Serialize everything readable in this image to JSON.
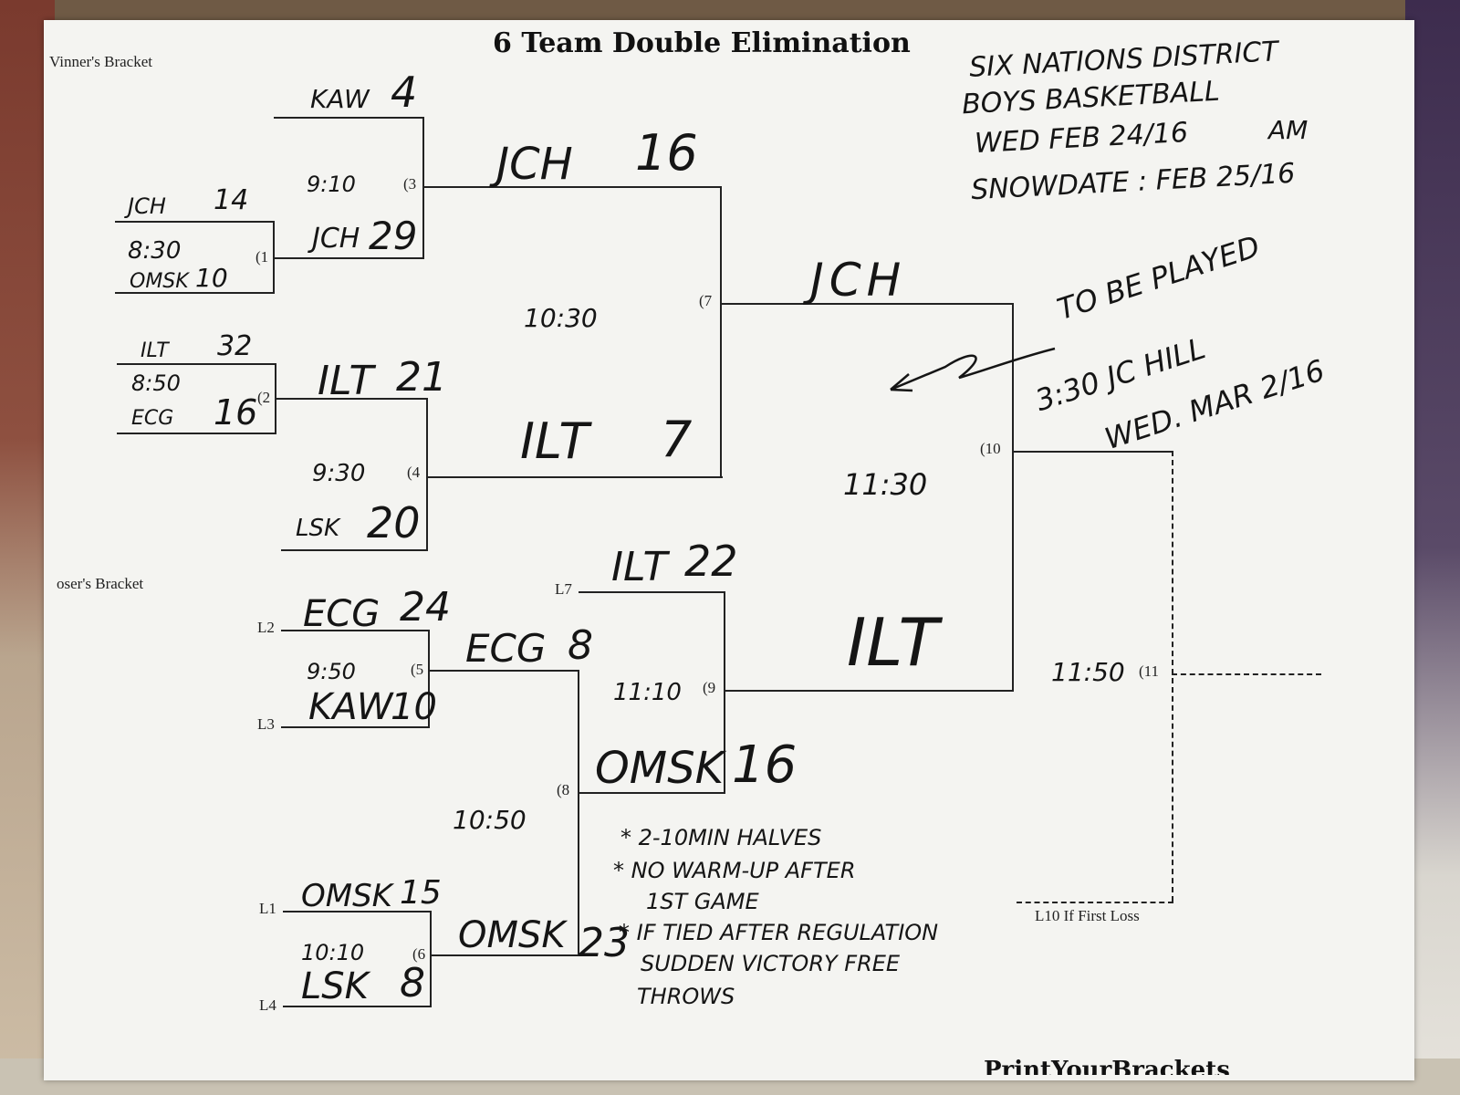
{
  "title": "6 Team Double Elimination",
  "winners_label": "Vinner's Bracket",
  "losers_label": "oser's Bracket",
  "header_note": [
    "SIX NATIONS DISTRICT",
    "BOYS BASKETBALL",
    "WED FEB 24/16",
    "AM",
    "SNOWDATE : FEB 25/16"
  ],
  "winners": {
    "g1": {
      "num": "(1",
      "time": "8:30",
      "team_a": "JCH",
      "score_a": "14",
      "team_b": "OMSK",
      "score_b": "10"
    },
    "g2": {
      "num": "(2",
      "time": "8:50",
      "team_a": "ILT",
      "score_a": "32",
      "team_b": "ECG",
      "score_b": "16"
    },
    "g3": {
      "num": "(3",
      "time": "9:10",
      "team_a": "KAW",
      "score_a": "4",
      "team_b": "JCH",
      "score_b": "29"
    },
    "g4": {
      "num": "(4",
      "time": "9:30",
      "team_a": "ILT",
      "score_a": "21",
      "team_b": "LSK",
      "score_b": "20"
    },
    "g7": {
      "num": "(7",
      "time": "10:30",
      "team_a": "JCH",
      "score_a": "16",
      "team_b": "ILT",
      "score_b": "7"
    },
    "g10": {
      "num": "(10",
      "time": "11:30",
      "team_a": "JCH",
      "team_b": "ILT"
    }
  },
  "losers": {
    "g5": {
      "num": "(5",
      "time": "9:50",
      "slot_a": "L2",
      "slot_b": "L3",
      "team_a": "ECG",
      "score_a": "24",
      "team_b": "KAW",
      "score_b": "10"
    },
    "g6": {
      "num": "(6",
      "time": "10:10",
      "slot_a": "L1",
      "slot_b": "L4",
      "team_a": "OMSK",
      "score_a": "15",
      "team_b": "LSK",
      "score_b": "8"
    },
    "g8": {
      "num": "(8",
      "time": "10:50",
      "team_a": "ECG",
      "score_a": "8",
      "team_b": "OMSK",
      "score_b": "23"
    },
    "g9": {
      "num": "(9",
      "time": "11:10",
      "slot_a": "L7",
      "team_a": "ILT",
      "score_a": "22",
      "team_b": "OMSK",
      "score_b": "16"
    },
    "g11": {
      "num": "(11",
      "time": "11:50",
      "slot_b": "L10 If First Loss"
    }
  },
  "final_note": [
    "TO BE PLAYED",
    "3:30 JC HILL",
    "WED. MAR 2/16"
  ],
  "rules": [
    "* 2-10MIN HALVES",
    "* NO WARM-UP AFTER",
    "1ST GAME",
    "* IF TIED AFTER REGULATION",
    "SUDDEN VICTORY FREE",
    "THROWS"
  ],
  "footer_brand": "PrintYourBrackets"
}
